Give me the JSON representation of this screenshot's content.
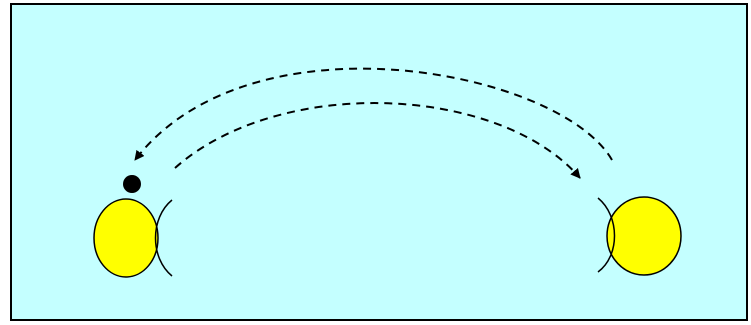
{
  "diagram": {
    "colors": {
      "panel_fill": "#c4ffff",
      "panel_border": "#000000",
      "person_fill": "#ffff00",
      "person_stroke": "#000000",
      "arrow_stroke": "#000000",
      "ball_fill": "#000000"
    },
    "elements": {
      "left_person": {
        "shape": "ellipse",
        "facing": "right"
      },
      "right_person": {
        "shape": "ellipse",
        "facing": "left"
      },
      "ball": {
        "holder": "left-person"
      },
      "throw_arrow": {
        "from": "left-person",
        "to": "right-person",
        "style": "dashed"
      },
      "return_arrow": {
        "from": "right-person",
        "to": "left-person",
        "style": "dashed"
      }
    }
  }
}
